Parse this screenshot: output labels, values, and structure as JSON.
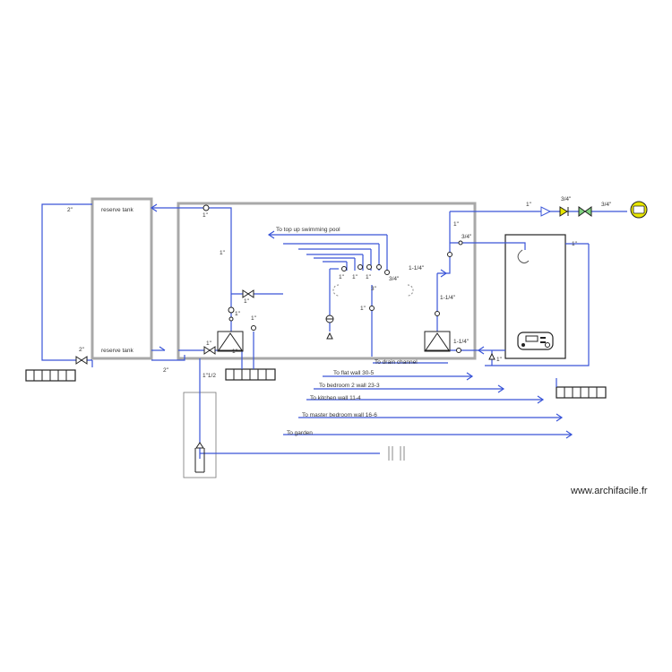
{
  "labels": {
    "reserve_tank_top": "reserve tank",
    "reserve_tank_bottom": "reserve tank",
    "top_up_pool": "To top up swimming pool",
    "drain_channel": "To drain channel",
    "flat_wall": "To flat wall 30-5",
    "bedroom2_wall": "To bedroom 2 wall 23-3",
    "kitchen_wall": "To kitchen wall 11-4",
    "master_bedroom_wall": "To master bedroom wall 16-6",
    "garden": "To garden",
    "watermark": "www.archifacile.fr"
  },
  "sizes": {
    "s2a": "2\"",
    "s2b": "2\"",
    "s2c": "2\"",
    "s1_top_left": "1\"",
    "s1_vertical": "1\"",
    "s1_mid": "1\"",
    "s1_pump_left_a": "1\"",
    "s1_pump_left_b": "1\"",
    "s1_pump_right": "1\"",
    "s1_inlet_tank": "1\"",
    "s1_1_2": "1\"1/2",
    "s1_manifold_a": "1\"",
    "s1_manifold_b": "1\"",
    "s1_manifold_c": "1\"",
    "s3_4_manifold": "3/4\"",
    "s3_manifold": "3\"",
    "s1_filter": "1\"",
    "s1_top_right": "1\"",
    "s3_4_a": "3/4\"",
    "s3_4_b": "3/4\"",
    "s1_riser": "1\"",
    "s3_4_heater": "3/4\"",
    "s1_heater_out": "1\"",
    "s1_1_4_a": "1-1/4\"",
    "s1_1_4_b": "1-1/4\"",
    "s1_1_4_c": "1-1/4\"",
    "s1_bottom_valve": "1\""
  }
}
